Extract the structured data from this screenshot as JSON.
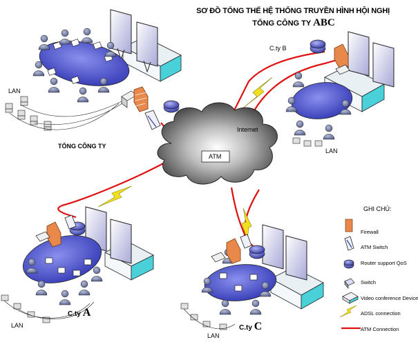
{
  "title": {
    "line1": "SƠ ĐỒ TỔNG THỂ HỆ THỐNG TRUYỀN HÌNH HỘI NGHỊ",
    "line2_prefix": "TỔNG CÔNG TY",
    "line2_brand": "ABC"
  },
  "labels": {
    "lan_tongcongty": "LAN",
    "tongcongty": "TỔNG CÔNG TY",
    "cty_b": "C.ty B",
    "lan_b": "LAN",
    "internet": "Internet",
    "atm": "ATM",
    "lan_a": "LAN",
    "cty_a_prefix": "C.ty",
    "cty_a_letter": "A",
    "lan_c": "LAN",
    "cty_c_prefix": "C.ty",
    "cty_c_letter": "C"
  },
  "legend": {
    "title": "GHI CHÚ:",
    "items": [
      {
        "label": "Firewall",
        "icon": "firewall-icon"
      },
      {
        "label": "ATM Switch",
        "icon": "atm-switch-icon"
      },
      {
        "label": "Router support QoS",
        "icon": "router-icon"
      },
      {
        "label": "Switch",
        "icon": "switch-icon"
      },
      {
        "label": "Video conference Device",
        "icon": "video-device-icon"
      },
      {
        "label": "ADSL connection",
        "icon": "adsl-lightning-icon"
      },
      {
        "label": "ATM Connection",
        "icon": "atm-line-icon"
      }
    ]
  },
  "colors": {
    "atm_connection": "#e01010",
    "adsl_connection": "#f0e020",
    "table": "#5a62d8",
    "firewall": "#e8884a",
    "router": "#6a70d0",
    "cloud_dark": "#505050",
    "screen_cyan": "#4ad0d8"
  }
}
